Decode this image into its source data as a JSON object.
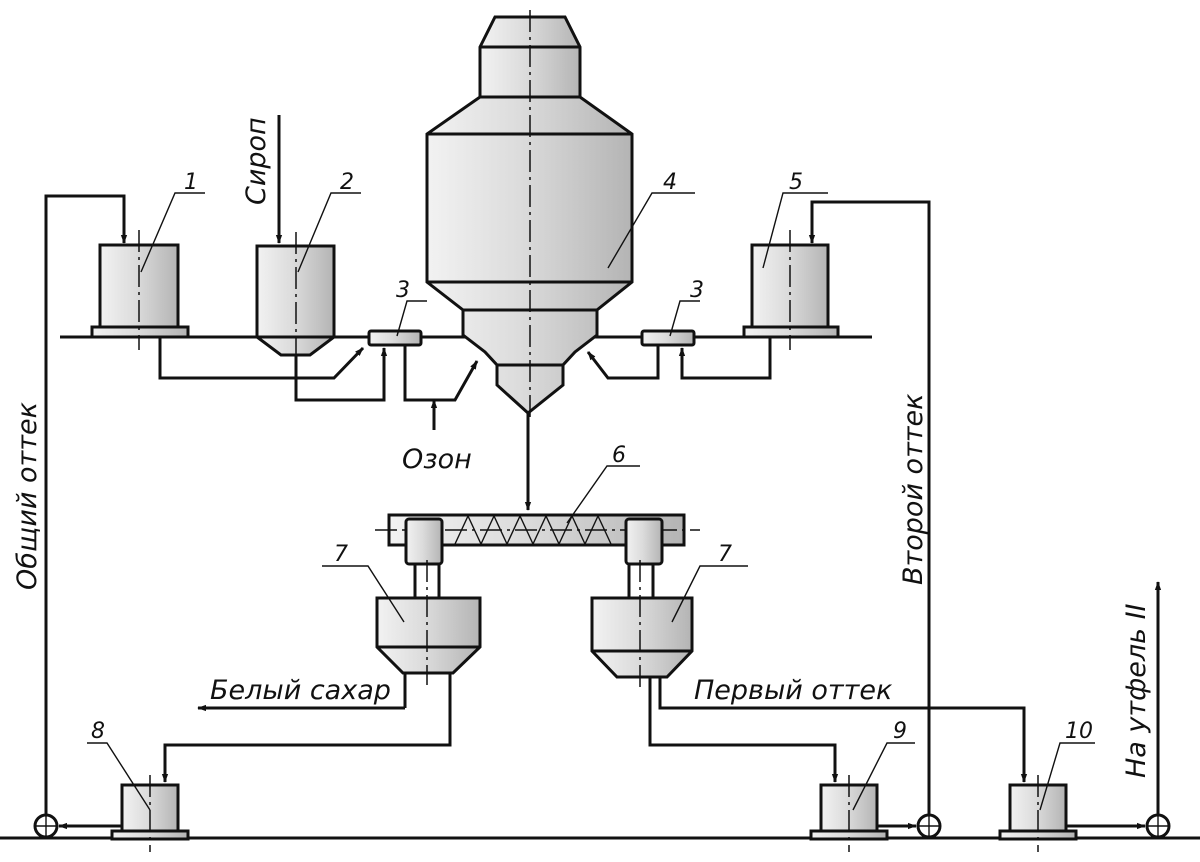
{
  "labels": {
    "syrup": "Сироп",
    "ozone": "Озон",
    "white_sugar": "Белый сахар",
    "first_runoff": "Первый оттек",
    "second_runoff": "Второй оттек",
    "common_runoff": "Общий оттек",
    "to_massecuite": "На утфель II"
  },
  "numbers": {
    "n1": "1",
    "n2": "2",
    "n3a": "3",
    "n3b": "3",
    "n4": "4",
    "n5": "5",
    "n6": "6",
    "n7a": "7",
    "n7b": "7",
    "n8": "8",
    "n9": "9",
    "n10": "10"
  },
  "colors": {
    "line": "#111111",
    "body_light": "#f2f2f2",
    "body_dark": "#b4b4b4"
  }
}
